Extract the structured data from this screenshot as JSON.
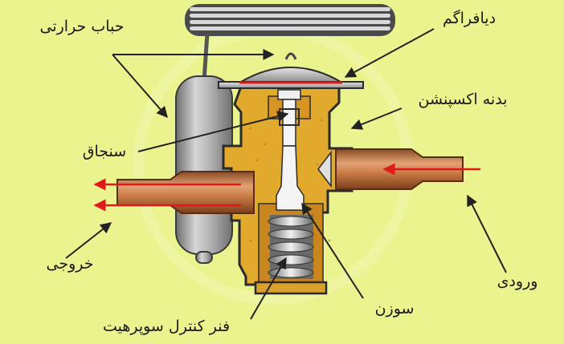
{
  "labels": {
    "thermal_bulb": "حباب حرارتی",
    "diaphragm": "دیافراگم",
    "expansion_body": "بدنه اکسپنشن",
    "pin": "سنجاق",
    "outlet": "خروجی",
    "inlet": "ورودی",
    "needle": "سوزن",
    "superheat_spring": "فنر کنترل سوپرهیت"
  },
  "colors": {
    "background": "#eaf38d",
    "body": "#e2aa2c",
    "copper": "#c46f3b",
    "flow_arrow": "#e01a1a",
    "bulb": "#9a9a9a",
    "pointer": "#222222"
  }
}
